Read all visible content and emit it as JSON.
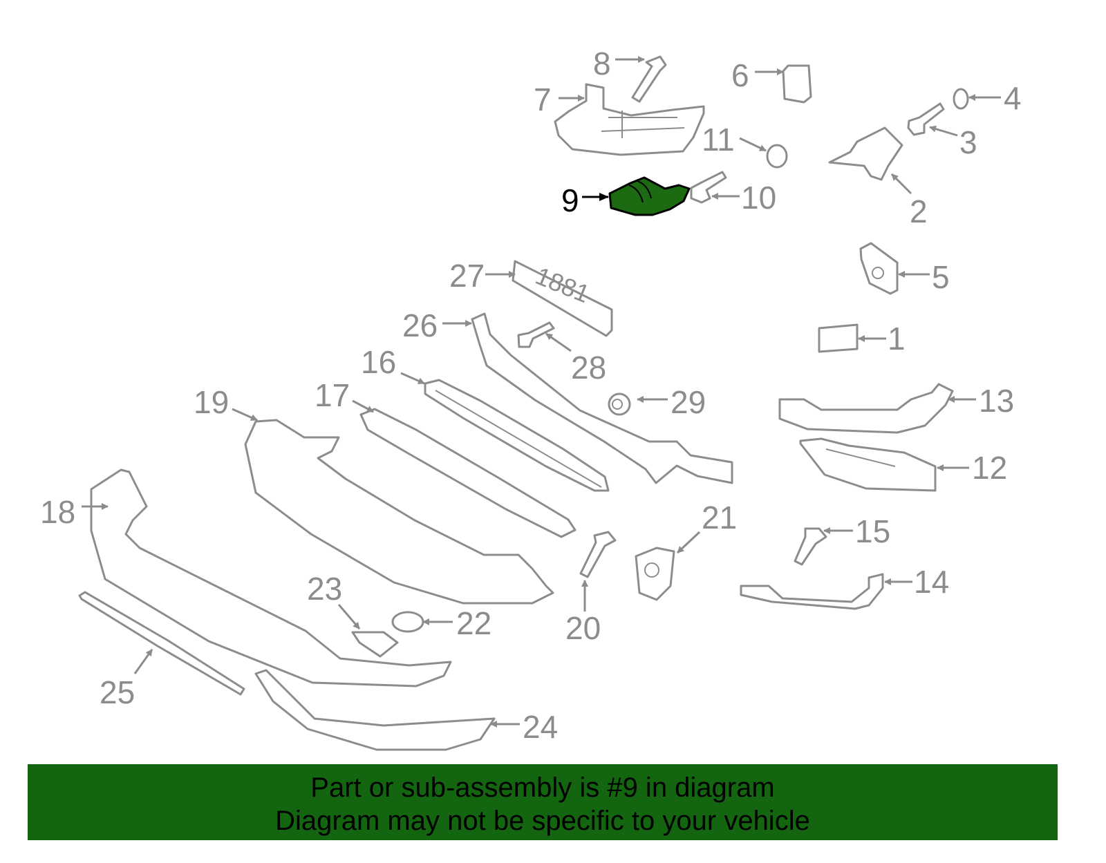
{
  "diagram": {
    "highlighted_part": "9",
    "colors": {
      "highlight": "#1c6a12",
      "outline": "#8c8c8c",
      "banner": "#146510"
    },
    "callouts": {
      "p1": "1",
      "p2": "2",
      "p3": "3",
      "p4": "4",
      "p5": "5",
      "p6": "6",
      "p7": "7",
      "p8": "8",
      "p9": "9",
      "p10": "10",
      "p11": "11",
      "p12": "12",
      "p13": "13",
      "p14": "14",
      "p15": "15",
      "p16": "16",
      "p17": "17",
      "p18": "18",
      "p19": "19",
      "p20": "20",
      "p21": "21",
      "p22": "22",
      "p23": "23",
      "p24": "24",
      "p25": "25",
      "p26": "26",
      "p27": "27",
      "p28": "28",
      "p29": "29"
    }
  },
  "banner": {
    "line1": "Part or sub-assembly is #9 in diagram",
    "line2": "Diagram may not be specific to your vehicle"
  }
}
